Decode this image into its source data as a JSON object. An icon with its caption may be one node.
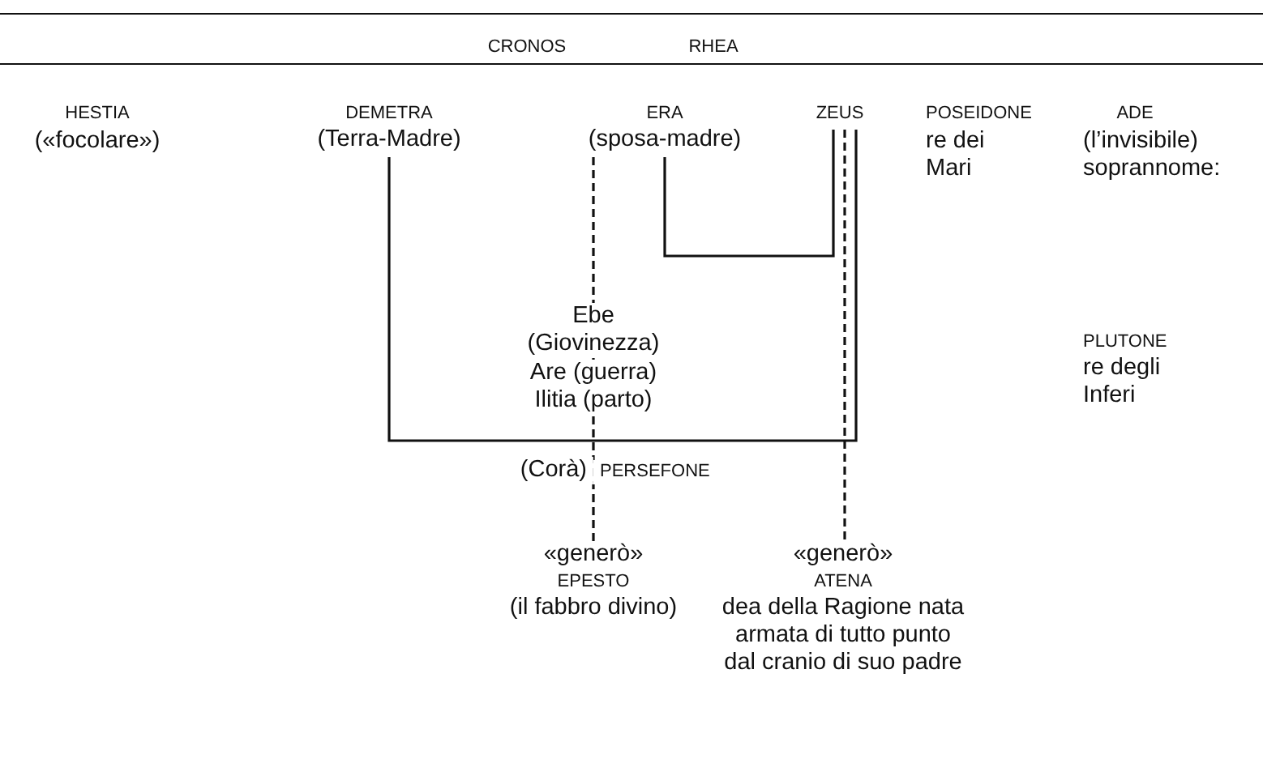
{
  "diagram": {
    "nodes": [
      {
        "text": [
          "DEMETRA",
          "(Terra-Madre)"
        ]
      },
      {
        "text": [
          "ERA",
          "(sposa-madre)"
        ]
      },
      {
        "text": [
          "ZEUS"
        ]
      },
      {
        "text": [
          "«generò»",
          "EPESTO",
          "(il fabbro divino)"
        ]
      },
      {
        "text": [
          "«generò»",
          "ATENA",
          "dea della Ragione nata armata di tutto punto dal cranio di suo padre"
        ]
      }
    ],
    "edges": [
      {
        "from": 1,
        "to": 2,
        "arrow": "none"
      },
      {
        "from": 0,
        "to": 2,
        "arrow": "none"
      },
      {
        "from": 1,
        "to": 3,
        "arrow": "none",
        "style": "dashed"
      },
      {
        "from": 2,
        "to": 4,
        "arrow": "none",
        "style": "dashed"
      }
    ],
    "labels": [
      "CRONOS",
      "RHEA",
      "HESTIA",
      "(«focolare»)",
      "POSEIDONE",
      "re dei Mari",
      "ADE",
      "(l’invisibile)",
      "soprannome:",
      "Ebe (Giovinezza)",
      "Are (guerra)",
      "Ilitia (parto)",
      "PLUTONE",
      "re degli Inferi",
      "(Corà)",
      "PERSEFONE"
    ]
  }
}
